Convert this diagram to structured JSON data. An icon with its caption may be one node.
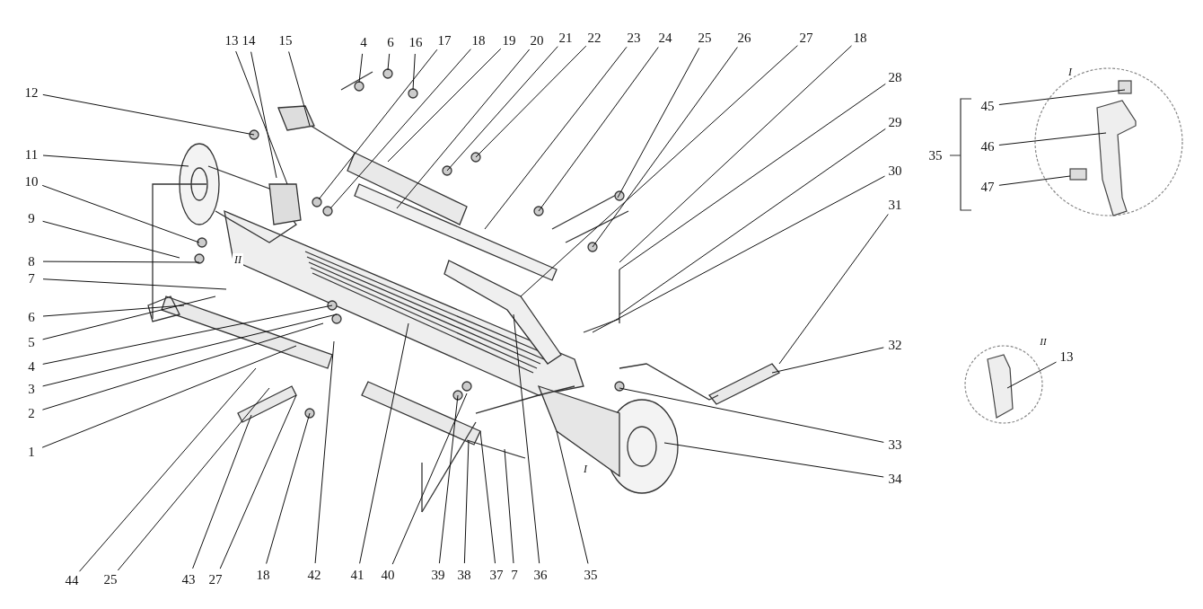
{
  "diagram": {
    "nodes": [
      {
        "text": [
          "12"
        ]
      },
      {
        "text": [
          "11"
        ]
      },
      {
        "text": [
          "10"
        ]
      },
      {
        "text": [
          "9"
        ]
      },
      {
        "text": [
          "8"
        ]
      },
      {
        "text": [
          "7"
        ]
      },
      {
        "text": [
          "6"
        ]
      },
      {
        "text": [
          "5"
        ]
      },
      {
        "text": [
          "4"
        ]
      },
      {
        "text": [
          "3"
        ]
      },
      {
        "text": [
          "2"
        ]
      },
      {
        "text": [
          "1"
        ]
      },
      {
        "text": [
          "13"
        ]
      },
      {
        "text": [
          "14"
        ]
      },
      {
        "text": [
          "15"
        ]
      },
      {
        "text": [
          "4"
        ]
      },
      {
        "text": [
          "6"
        ]
      },
      {
        "text": [
          "16"
        ]
      },
      {
        "text": [
          "17"
        ]
      },
      {
        "text": [
          "18"
        ]
      },
      {
        "text": [
          "19"
        ]
      },
      {
        "text": [
          "20"
        ]
      },
      {
        "text": [
          "21"
        ]
      },
      {
        "text": [
          "22"
        ]
      },
      {
        "text": [
          "23"
        ]
      },
      {
        "text": [
          "24"
        ]
      },
      {
        "text": [
          "25"
        ]
      },
      {
        "text": [
          "26"
        ]
      },
      {
        "text": [
          "27"
        ]
      },
      {
        "text": [
          "18"
        ]
      },
      {
        "text": [
          "28"
        ]
      },
      {
        "text": [
          "29"
        ]
      },
      {
        "text": [
          "30"
        ]
      },
      {
        "text": [
          "31"
        ]
      },
      {
        "text": [
          "32"
        ]
      },
      {
        "text": [
          "33"
        ]
      },
      {
        "text": [
          "34"
        ]
      },
      {
        "text": [
          "44"
        ]
      },
      {
        "text": [
          "25"
        ]
      },
      {
        "text": [
          "43"
        ]
      },
      {
        "text": [
          "27"
        ]
      },
      {
        "text": [
          "18"
        ]
      },
      {
        "text": [
          "42"
        ]
      },
      {
        "text": [
          "41"
        ]
      },
      {
        "text": [
          "40"
        ]
      },
      {
        "text": [
          "39"
        ]
      },
      {
        "text": [
          "38"
        ]
      },
      {
        "text": [
          "37"
        ]
      },
      {
        "text": [
          "7"
        ]
      },
      {
        "text": [
          "36"
        ]
      },
      {
        "text": [
          "35"
        ]
      },
      {
        "text": [
          "45"
        ]
      },
      {
        "text": [
          "46"
        ]
      },
      {
        "text": [
          "47"
        ]
      },
      {
        "text": [
          "13"
        ]
      }
    ],
    "edges": [
      {
        "from": 0,
        "to": null,
        "arrow": "none"
      },
      {
        "from": 1,
        "to": null,
        "arrow": "none"
      },
      {
        "from": 2,
        "to": null,
        "arrow": "none"
      },
      {
        "from": 3,
        "to": null,
        "arrow": "none"
      },
      {
        "from": 4,
        "to": null,
        "arrow": "none"
      },
      {
        "from": 5,
        "to": null,
        "arrow": "none"
      },
      {
        "from": 6,
        "to": null,
        "arrow": "none"
      },
      {
        "from": 7,
        "to": null,
        "arrow": "none"
      },
      {
        "from": 8,
        "to": null,
        "arrow": "none"
      },
      {
        "from": 9,
        "to": null,
        "arrow": "none"
      },
      {
        "from": 10,
        "to": null,
        "arrow": "none"
      },
      {
        "from": 11,
        "to": null,
        "arrow": "none"
      },
      {
        "from": 12,
        "to": null,
        "arrow": "none"
      },
      {
        "from": 13,
        "to": null,
        "arrow": "none"
      },
      {
        "from": 14,
        "to": null,
        "arrow": "none"
      },
      {
        "from": 15,
        "to": null,
        "arrow": "none"
      },
      {
        "from": 16,
        "to": null,
        "arrow": "none"
      },
      {
        "from": 17,
        "to": null,
        "arrow": "none"
      },
      {
        "from": 18,
        "to": null,
        "arrow": "none"
      },
      {
        "from": 19,
        "to": null,
        "arrow": "none"
      },
      {
        "from": 20,
        "to": null,
        "arrow": "none"
      },
      {
        "from": 21,
        "to": null,
        "arrow": "none"
      },
      {
        "from": 22,
        "to": null,
        "arrow": "none"
      },
      {
        "from": 23,
        "to": null,
        "arrow": "none"
      },
      {
        "from": 24,
        "to": null,
        "arrow": "none"
      },
      {
        "from": 25,
        "to": null,
        "arrow": "none"
      },
      {
        "from": 26,
        "to": null,
        "arrow": "none"
      },
      {
        "from": 27,
        "to": null,
        "arrow": "none"
      },
      {
        "from": 28,
        "to": null,
        "arrow": "none"
      },
      {
        "from": 29,
        "to": null,
        "arrow": "none"
      },
      {
        "from": 30,
        "to": null,
        "arrow": "none"
      },
      {
        "from": 31,
        "to": null,
        "arrow": "none"
      },
      {
        "from": 32,
        "to": null,
        "arrow": "none"
      },
      {
        "from": 33,
        "to": null,
        "arrow": "none"
      },
      {
        "from": 34,
        "to": null,
        "arrow": "none"
      },
      {
        "from": 35,
        "to": null,
        "arrow": "none"
      },
      {
        "from": 36,
        "to": null,
        "arrow": "none"
      },
      {
        "from": 37,
        "to": null,
        "arrow": "none"
      },
      {
        "from": 38,
        "to": null,
        "arrow": "none"
      },
      {
        "from": 39,
        "to": null,
        "arrow": "none"
      },
      {
        "from": 40,
        "to": null,
        "arrow": "none"
      },
      {
        "from": 41,
        "to": null,
        "arrow": "none"
      },
      {
        "from": 42,
        "to": null,
        "arrow": "none"
      },
      {
        "from": 43,
        "to": null,
        "arrow": "none"
      },
      {
        "from": 44,
        "to": null,
        "arrow": "none"
      },
      {
        "from": 45,
        "to": null,
        "arrow": "none"
      },
      {
        "from": 46,
        "to": null,
        "arrow": "none"
      },
      {
        "from": 47,
        "to": null,
        "arrow": "none"
      },
      {
        "from": 48,
        "to": null,
        "arrow": "none"
      },
      {
        "from": 49,
        "to": null,
        "arrow": "none"
      },
      {
        "from": 50,
        "to": null,
        "arrow": "none"
      },
      {
        "from": 51,
        "to": null,
        "arrow": "none"
      },
      {
        "from": 52,
        "to": null,
        "arrow": "none"
      },
      {
        "from": 53,
        "to": null,
        "arrow": "none"
      },
      {
        "from": 54,
        "to": null,
        "arrow": "none"
      }
    ],
    "labels": [
      "I",
      "35",
      "II",
      "II",
      "I"
    ]
  }
}
